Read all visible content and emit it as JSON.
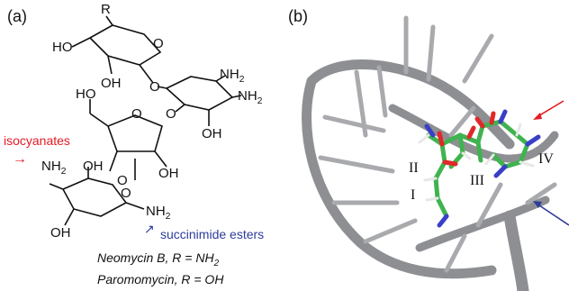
{
  "panel_a": {
    "label": "(a)",
    "atoms": {
      "r": "R",
      "ho_top": "HO",
      "oh_ring1": "OH",
      "o_ring1": "O",
      "o_link1": "O",
      "nh2_r2_a": "NH2",
      "nh2_r2_b": "NH2",
      "o_link2": "O",
      "oh_r2": "OH",
      "o_ring3": "O",
      "ho_r3": "HO",
      "oh_r3": "OH",
      "o_link3": "O",
      "nh2_left": "NH2",
      "oh_r4a": "OH",
      "o_ring4": "O",
      "nh2_bottom": "NH2",
      "oh_bottom": "OH"
    },
    "annotations": {
      "isocyanates": "isocyanates",
      "succinimide": "succinimide esters"
    },
    "captions": [
      "Neomycin B, R = NH2",
      "Paromomycin, R = OH"
    ],
    "colors": {
      "isocyanates": "#e41b23",
      "succinimide": "#2e3c9b"
    }
  },
  "panel_b": {
    "label": "(b)",
    "rings": [
      "I",
      "II",
      "III",
      "IV"
    ],
    "colors": {
      "backbone": "#8e8f93",
      "carbon": "#3fb34f",
      "oxygen": "#e02828",
      "nitrogen": "#3a3fc8",
      "hydrogen": "#e8e8e8"
    }
  }
}
